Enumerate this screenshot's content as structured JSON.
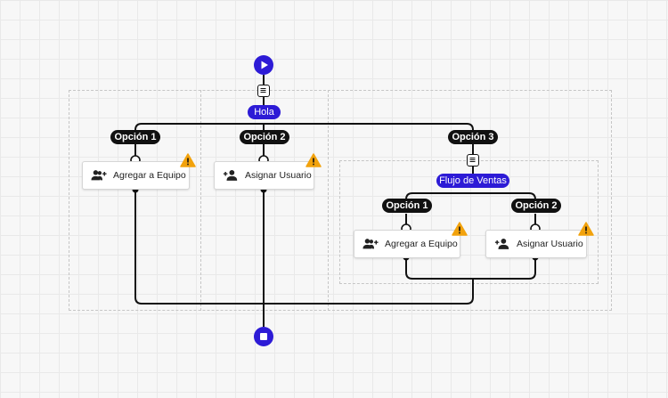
{
  "flow": {
    "start_button": {
      "icon": "play-icon"
    },
    "end_button": {
      "icon": "stop-icon"
    },
    "root_message": {
      "label": "Hola",
      "icon": "message-icon"
    },
    "branches": [
      {
        "option": "Opción 1",
        "node": {
          "label": "Agregar a Equipo",
          "icon": "add-group-icon",
          "warning": true
        }
      },
      {
        "option": "Opción 2",
        "node": {
          "label": "Asignar Usuario",
          "icon": "assign-user-icon",
          "warning": true
        }
      },
      {
        "option": "Opción 3",
        "subflow": {
          "label": "Flujo de Ventas",
          "icon": "message-icon",
          "branches": [
            {
              "option": "Opción 1",
              "node": {
                "label": "Agregar a Equipo",
                "icon": "add-group-icon",
                "warning": true
              }
            },
            {
              "option": "Opción 2",
              "node": {
                "label": "Asignar Usuario",
                "icon": "assign-user-icon",
                "warning": true
              }
            }
          ]
        }
      }
    ]
  },
  "colors": {
    "accent": "#2d1bd6",
    "warning": "#f2a20c",
    "pill": "#111111"
  }
}
